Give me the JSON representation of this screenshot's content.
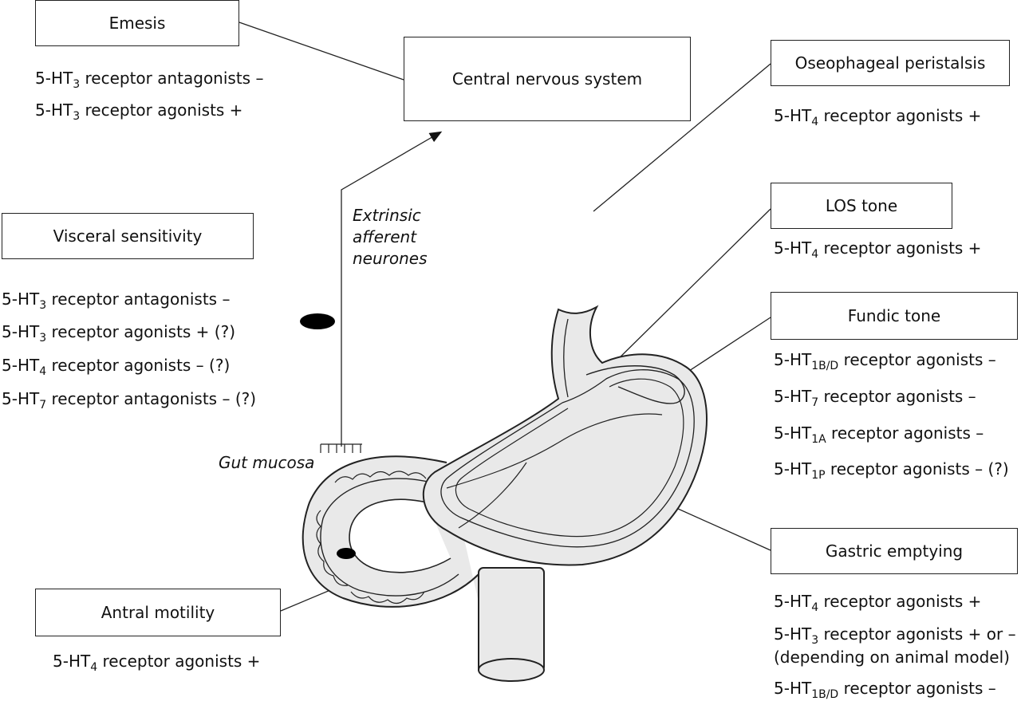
{
  "boxes": {
    "emesis": "Emesis",
    "cns": "Central nervous system",
    "oesophageal": "Oseophageal peristalsis",
    "los": "LOS tone",
    "visceral": "Visceral sensitivity",
    "fundic": "Fundic tone",
    "gastric": "Gastric emptying",
    "antral": "Antral motility"
  },
  "labels": {
    "extrinsic": [
      "Extrinsic",
      "afferent",
      "neurones"
    ],
    "mucosa": "Gut mucosa"
  },
  "lists": {
    "emesis": [
      {
        "pre": "5-HT",
        "sub": "3",
        "post": " receptor antagonists –"
      },
      {
        "pre": "5-HT",
        "sub": "3",
        "post": " receptor agonists +"
      }
    ],
    "oesophageal": [
      {
        "pre": "5-HT",
        "sub": "4",
        "post": " receptor agonists +"
      }
    ],
    "los": [
      {
        "pre": "5-HT",
        "sub": "4",
        "post": " receptor agonists +"
      }
    ],
    "visceral": [
      {
        "pre": "5-HT",
        "sub": "3",
        "post": " receptor antagonists –"
      },
      {
        "pre": "5-HT",
        "sub": "3",
        "post": " receptor agonists + (?)"
      },
      {
        "pre": "5-HT",
        "sub": "4",
        "post": " receptor agonists – (?)"
      },
      {
        "pre": "5-HT",
        "sub": "7",
        "post": " receptor antagonists – (?)"
      }
    ],
    "fundic": [
      {
        "pre": "5-HT",
        "sub": "1B/D",
        "post": " receptor agonists –"
      },
      {
        "pre": "5-HT",
        "sub": "7",
        "post": " receptor agonists –"
      },
      {
        "pre": "5-HT",
        "sub": "1A",
        "post": " receptor agonists –"
      },
      {
        "pre": "5-HT",
        "sub": "1P",
        "post": " receptor agonists – (?)"
      }
    ],
    "gastric": [
      {
        "pre": "5-HT",
        "sub": "4",
        "post": " receptor agonists +"
      },
      {
        "pre": "5-HT",
        "sub": "3",
        "post": " receptor agonists + or –"
      },
      {
        "pre": "(depending on animal model)",
        "sub": "",
        "post": ""
      },
      {
        "pre": "5-HT",
        "sub": "1B/D",
        "post": " receptor agonists –"
      }
    ],
    "antral": [
      {
        "pre": "5-HT",
        "sub": "4",
        "post": " receptor agonists +"
      }
    ]
  }
}
